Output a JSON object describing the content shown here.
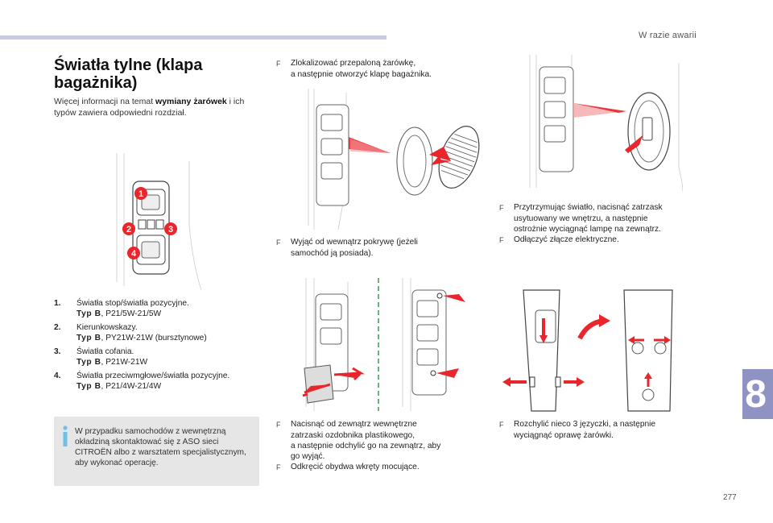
{
  "header": {
    "section": "W razie awarii"
  },
  "title": "Światła tylne (klapa bagażnika)",
  "intro": {
    "before": "Więcej informacji na temat ",
    "bold": "wymiany żarówek",
    "after": " i ich typów zawiera odpowiedni rozdział."
  },
  "figure_labels": [
    "1",
    "2",
    "3",
    "4"
  ],
  "legend": [
    {
      "num": "1.",
      "name": "Światła stop/światła pozycyjne.",
      "type_label": "Typ B",
      "type_value": ", P21/5W-21/5W"
    },
    {
      "num": "2.",
      "name": "Kierunkowskazy.",
      "type_label": "Typ B",
      "type_value": ", PY21W-21W (bursztynowe)"
    },
    {
      "num": "3.",
      "name": "Światła cofania.",
      "type_label": "Typ B",
      "type_value": ", P21W-21W"
    },
    {
      "num": "4.",
      "name": "Światła przeciwmgłowe/światła pozycyjne.",
      "type_label": "Typ B",
      "type_value": ", P21/4W-21/4W"
    }
  ],
  "note": "W przypadku samochodów z wewnętrzną okładziną skontaktować się z ASO sieci CITROËN albo z warsztatem specjalistycznym, aby wykonać operację.",
  "steps": {
    "s1": [
      "Zlokalizować przepaloną żarówkę,",
      "a następnie otworzyć klapę bagażnika."
    ],
    "s2": [
      "Wyjąć od wewnątrz pokrywę (jeżeli",
      "samochód ją posiada)."
    ],
    "s3": [
      "Nacisnąć od zewnątrz wewnętrzne",
      "zatrzaski ozdobnika plastikowego,",
      "a następnie odchylić go na zewnątrz, aby",
      "go wyjąć."
    ],
    "s3b": [
      "Odkręcić obydwa wkręty mocujące."
    ],
    "s4": [
      "Przytrzymując światło, nacisnąć zatrzask",
      "usytuowany we wnętrzu, a następnie",
      "ostrożnie wyciągnąć lampę na zewnątrz."
    ],
    "s4b": [
      "Odłączyć złącze elektryczne."
    ],
    "s5": [
      "Rozchylić nieco 3 języczki, a następnie",
      "wyciągnąć oprawę żarówki."
    ]
  },
  "bullet_glyph": "F",
  "chapter": "8",
  "page_number": "277",
  "colors": {
    "accent_red": "#e8262b",
    "tab": "#8f93c4",
    "bar": "#c8cbe0",
    "note_bg": "#e6e6e6",
    "info_icon": "#6dc0e8"
  }
}
